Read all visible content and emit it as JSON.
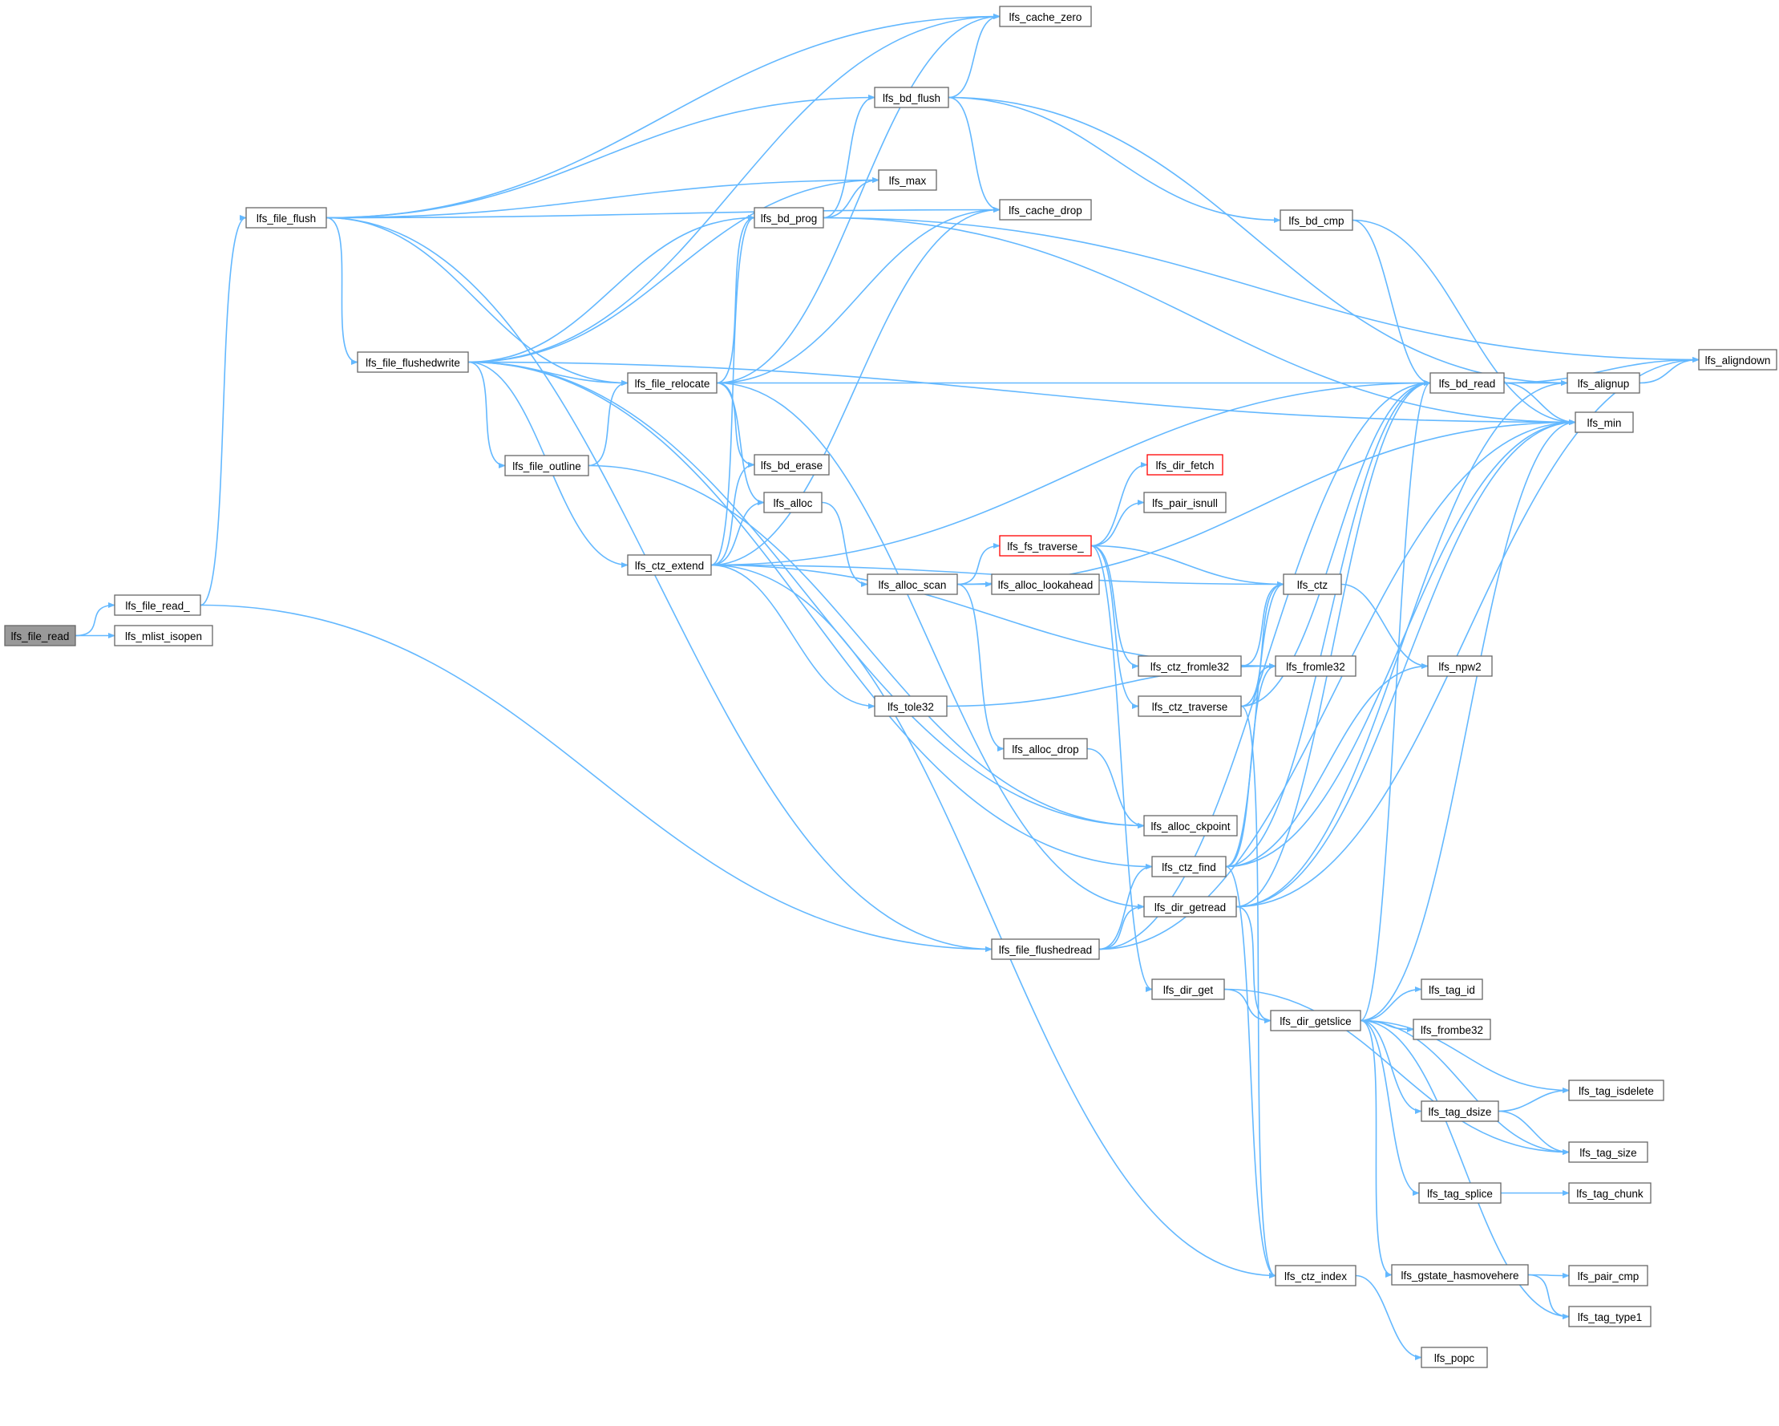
{
  "title": "",
  "colors": {
    "edge": "#63b8ff",
    "node_border": "#666666",
    "root_fill": "#999999",
    "highlight_border": "#ff0000"
  },
  "nodes": [
    {
      "id": "lfs_file_read",
      "label": "lfs_file_read",
      "style": "root"
    },
    {
      "id": "lfs_file_read_",
      "label": "lfs_file_read_"
    },
    {
      "id": "lfs_mlist_isopen",
      "label": "lfs_mlist_isopen"
    },
    {
      "id": "lfs_file_flush",
      "label": "lfs_file_flush"
    },
    {
      "id": "lfs_file_flushedwrite",
      "label": "lfs_file_flushedwrite"
    },
    {
      "id": "lfs_file_outline",
      "label": "lfs_file_outline"
    },
    {
      "id": "lfs_ctz_extend",
      "label": "lfs_ctz_extend"
    },
    {
      "id": "lfs_file_relocate",
      "label": "lfs_file_relocate"
    },
    {
      "id": "lfs_bd_prog",
      "label": "lfs_bd_prog"
    },
    {
      "id": "lfs_bd_erase",
      "label": "lfs_bd_erase"
    },
    {
      "id": "lfs_alloc",
      "label": "lfs_alloc"
    },
    {
      "id": "lfs_bd_flush",
      "label": "lfs_bd_flush"
    },
    {
      "id": "lfs_max",
      "label": "lfs_max"
    },
    {
      "id": "lfs_tole32",
      "label": "lfs_tole32"
    },
    {
      "id": "lfs_alloc_scan",
      "label": "lfs_alloc_scan"
    },
    {
      "id": "lfs_cache_zero",
      "label": "lfs_cache_zero"
    },
    {
      "id": "lfs_cache_drop",
      "label": "lfs_cache_drop"
    },
    {
      "id": "lfs_dir_fetch",
      "label": "lfs_dir_fetch",
      "style": "red"
    },
    {
      "id": "lfs_pair_isnull",
      "label": "lfs_pair_isnull"
    },
    {
      "id": "lfs_fs_traverse_",
      "label": "lfs_fs_traverse_",
      "style": "red"
    },
    {
      "id": "lfs_alloc_lookahead",
      "label": "lfs_alloc_lookahead"
    },
    {
      "id": "lfs_alloc_drop",
      "label": "lfs_alloc_drop"
    },
    {
      "id": "lfs_alloc_ckpoint",
      "label": "lfs_alloc_ckpoint"
    },
    {
      "id": "lfs_ctz_find",
      "label": "lfs_ctz_find"
    },
    {
      "id": "lfs_dir_getread",
      "label": "lfs_dir_getread"
    },
    {
      "id": "lfs_file_flushedread",
      "label": "lfs_file_flushedread"
    },
    {
      "id": "lfs_dir_get",
      "label": "lfs_dir_get"
    },
    {
      "id": "lfs_ctz_fromle32",
      "label": "lfs_ctz_fromle32"
    },
    {
      "id": "lfs_ctz_traverse",
      "label": "lfs_ctz_traverse"
    },
    {
      "id": "lfs_bd_cmp",
      "label": "lfs_bd_cmp"
    },
    {
      "id": "lfs_bd_read",
      "label": "lfs_bd_read"
    },
    {
      "id": "lfs_ctz",
      "label": "lfs_ctz"
    },
    {
      "id": "lfs_fromle32",
      "label": "lfs_fromle32"
    },
    {
      "id": "lfs_dir_getslice",
      "label": "lfs_dir_getslice"
    },
    {
      "id": "lfs_ctz_index",
      "label": "lfs_ctz_index"
    },
    {
      "id": "lfs_tag_id",
      "label": "lfs_tag_id"
    },
    {
      "id": "lfs_frombe32",
      "label": "lfs_frombe32"
    },
    {
      "id": "lfs_tag_dsize",
      "label": "lfs_tag_dsize"
    },
    {
      "id": "lfs_tag_splice",
      "label": "lfs_tag_splice"
    },
    {
      "id": "lfs_gstate_hasmovehere",
      "label": "lfs_gstate_hasmovehere"
    },
    {
      "id": "lfs_popc",
      "label": "lfs_popc"
    },
    {
      "id": "lfs_npw2",
      "label": "lfs_npw2"
    },
    {
      "id": "lfs_alignup",
      "label": "lfs_alignup"
    },
    {
      "id": "lfs_min",
      "label": "lfs_min"
    },
    {
      "id": "lfs_aligndown",
      "label": "lfs_aligndown"
    },
    {
      "id": "lfs_tag_isdelete",
      "label": "lfs_tag_isdelete"
    },
    {
      "id": "lfs_tag_size",
      "label": "lfs_tag_size"
    },
    {
      "id": "lfs_tag_chunk",
      "label": "lfs_tag_chunk"
    },
    {
      "id": "lfs_pair_cmp",
      "label": "lfs_pair_cmp"
    },
    {
      "id": "lfs_tag_type1",
      "label": "lfs_tag_type1"
    }
  ],
  "edges": [
    [
      "lfs_file_read",
      "lfs_file_read_"
    ],
    [
      "lfs_file_read",
      "lfs_mlist_isopen"
    ],
    [
      "lfs_file_read_",
      "lfs_file_flush"
    ],
    [
      "lfs_file_read_",
      "lfs_file_flushedread"
    ],
    [
      "lfs_file_flush",
      "lfs_cache_zero"
    ],
    [
      "lfs_file_flush",
      "lfs_bd_flush"
    ],
    [
      "lfs_file_flush",
      "lfs_max"
    ],
    [
      "lfs_file_flush",
      "lfs_cache_drop"
    ],
    [
      "lfs_file_flush",
      "lfs_file_flushedwrite"
    ],
    [
      "lfs_file_flush",
      "lfs_file_relocate"
    ],
    [
      "lfs_file_flush",
      "lfs_file_flushedread"
    ],
    [
      "lfs_file_flushedwrite",
      "lfs_cache_zero"
    ],
    [
      "lfs_file_flushedwrite",
      "lfs_bd_prog"
    ],
    [
      "lfs_file_flushedwrite",
      "lfs_max"
    ],
    [
      "lfs_file_flushedwrite",
      "lfs_min"
    ],
    [
      "lfs_file_flushedwrite",
      "lfs_file_relocate"
    ],
    [
      "lfs_file_flushedwrite",
      "lfs_file_outline"
    ],
    [
      "lfs_file_flushedwrite",
      "lfs_ctz_extend"
    ],
    [
      "lfs_file_flushedwrite",
      "lfs_alloc_ckpoint"
    ],
    [
      "lfs_file_flushedwrite",
      "lfs_ctz_find"
    ],
    [
      "lfs_file_outline",
      "lfs_file_relocate"
    ],
    [
      "lfs_file_outline",
      "lfs_alloc_ckpoint"
    ],
    [
      "lfs_file_relocate",
      "lfs_cache_zero"
    ],
    [
      "lfs_file_relocate",
      "lfs_bd_prog"
    ],
    [
      "lfs_file_relocate",
      "lfs_cache_drop"
    ],
    [
      "lfs_file_relocate",
      "lfs_bd_read"
    ],
    [
      "lfs_file_relocate",
      "lfs_bd_erase"
    ],
    [
      "lfs_file_relocate",
      "lfs_alloc"
    ],
    [
      "lfs_file_relocate",
      "lfs_dir_getread"
    ],
    [
      "lfs_ctz_extend",
      "lfs_bd_prog"
    ],
    [
      "lfs_ctz_extend",
      "lfs_cache_drop"
    ],
    [
      "lfs_ctz_extend",
      "lfs_bd_read"
    ],
    [
      "lfs_ctz_extend",
      "lfs_bd_erase"
    ],
    [
      "lfs_ctz_extend",
      "lfs_alloc"
    ],
    [
      "lfs_ctz_extend",
      "lfs_ctz"
    ],
    [
      "lfs_ctz_extend",
      "lfs_fromle32"
    ],
    [
      "lfs_ctz_extend",
      "lfs_tole32"
    ],
    [
      "lfs_ctz_extend",
      "lfs_ctz_index"
    ],
    [
      "lfs_bd_prog",
      "lfs_bd_flush"
    ],
    [
      "lfs_bd_prog",
      "lfs_max"
    ],
    [
      "lfs_bd_prog",
      "lfs_aligndown"
    ],
    [
      "lfs_bd_prog",
      "lfs_min"
    ],
    [
      "lfs_bd_flush",
      "lfs_cache_zero"
    ],
    [
      "lfs_bd_flush",
      "lfs_cache_drop"
    ],
    [
      "lfs_bd_flush",
      "lfs_bd_cmp"
    ],
    [
      "lfs_bd_flush",
      "lfs_alignup"
    ],
    [
      "lfs_alloc",
      "lfs_alloc_scan"
    ],
    [
      "lfs_alloc_scan",
      "lfs_fs_traverse_"
    ],
    [
      "lfs_alloc_scan",
      "lfs_alloc_lookahead"
    ],
    [
      "lfs_alloc_scan",
      "lfs_alloc_drop"
    ],
    [
      "lfs_alloc_scan",
      "lfs_min"
    ],
    [
      "lfs_alloc_drop",
      "lfs_alloc_ckpoint"
    ],
    [
      "lfs_tole32",
      "lfs_fromle32"
    ],
    [
      "lfs_fs_traverse_",
      "lfs_dir_fetch"
    ],
    [
      "lfs_fs_traverse_",
      "lfs_pair_isnull"
    ],
    [
      "lfs_fs_traverse_",
      "lfs_ctz"
    ],
    [
      "lfs_fs_traverse_",
      "lfs_ctz_fromle32"
    ],
    [
      "lfs_fs_traverse_",
      "lfs_ctz_traverse"
    ],
    [
      "lfs_fs_traverse_",
      "lfs_dir_get"
    ],
    [
      "lfs_ctz_fromle32",
      "lfs_ctz"
    ],
    [
      "lfs_ctz_fromle32",
      "lfs_fromle32"
    ],
    [
      "lfs_ctz_traverse",
      "lfs_ctz"
    ],
    [
      "lfs_ctz_traverse",
      "lfs_fromle32"
    ],
    [
      "lfs_ctz_traverse",
      "lfs_bd_read"
    ],
    [
      "lfs_ctz_traverse",
      "lfs_ctz_index"
    ],
    [
      "lfs_bd_cmp",
      "lfs_bd_read"
    ],
    [
      "lfs_bd_cmp",
      "lfs_min"
    ],
    [
      "lfs_bd_read",
      "lfs_alignup"
    ],
    [
      "lfs_bd_read",
      "lfs_aligndown"
    ],
    [
      "lfs_bd_read",
      "lfs_min"
    ],
    [
      "lfs_alignup",
      "lfs_aligndown"
    ],
    [
      "lfs_ctz",
      "lfs_npw2"
    ],
    [
      "lfs_file_flushedread",
      "lfs_bd_read"
    ],
    [
      "lfs_file_flushedread",
      "lfs_ctz_find"
    ],
    [
      "lfs_file_flushedread",
      "lfs_dir_getread"
    ],
    [
      "lfs_file_flushedread",
      "lfs_min"
    ],
    [
      "lfs_ctz_find",
      "lfs_ctz"
    ],
    [
      "lfs_ctz_find",
      "lfs_fromle32"
    ],
    [
      "lfs_ctz_find",
      "lfs_bd_read"
    ],
    [
      "lfs_ctz_find",
      "lfs_npw2"
    ],
    [
      "lfs_ctz_find",
      "lfs_min"
    ],
    [
      "lfs_ctz_find",
      "lfs_ctz_index"
    ],
    [
      "lfs_dir_getread",
      "lfs_bd_read"
    ],
    [
      "lfs_dir_getread",
      "lfs_alignup"
    ],
    [
      "lfs_dir_getread",
      "lfs_dir_getslice"
    ],
    [
      "lfs_dir_getread",
      "lfs_aligndown"
    ],
    [
      "lfs_dir_getread",
      "lfs_min"
    ],
    [
      "lfs_dir_get",
      "lfs_dir_getslice"
    ],
    [
      "lfs_dir_get",
      "lfs_tag_size"
    ],
    [
      "lfs_dir_getslice",
      "lfs_bd_read"
    ],
    [
      "lfs_dir_getslice",
      "lfs_min"
    ],
    [
      "lfs_dir_getslice",
      "lfs_tag_id"
    ],
    [
      "lfs_dir_getslice",
      "lfs_frombe32"
    ],
    [
      "lfs_dir_getslice",
      "lfs_tag_isdelete"
    ],
    [
      "lfs_dir_getslice",
      "lfs_tag_dsize"
    ],
    [
      "lfs_dir_getslice",
      "lfs_tag_size"
    ],
    [
      "lfs_dir_getslice",
      "lfs_tag_splice"
    ],
    [
      "lfs_dir_getslice",
      "lfs_gstate_hasmovehere"
    ],
    [
      "lfs_dir_getslice",
      "lfs_tag_type1"
    ],
    [
      "lfs_tag_dsize",
      "lfs_tag_isdelete"
    ],
    [
      "lfs_tag_dsize",
      "lfs_tag_size"
    ],
    [
      "lfs_tag_splice",
      "lfs_tag_chunk"
    ],
    [
      "lfs_gstate_hasmovehere",
      "lfs_pair_cmp"
    ],
    [
      "lfs_gstate_hasmovehere",
      "lfs_tag_type1"
    ],
    [
      "lfs_ctz_index",
      "lfs_popc"
    ]
  ]
}
